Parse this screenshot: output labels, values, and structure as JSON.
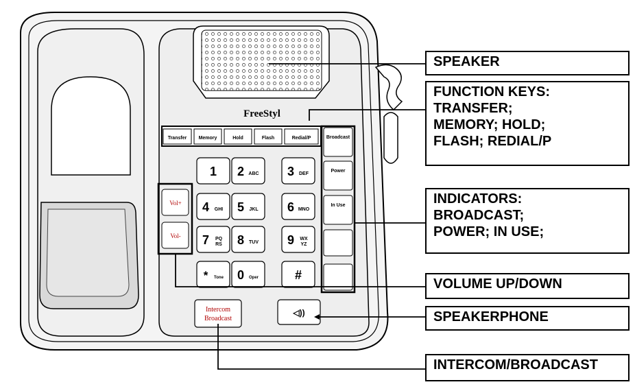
{
  "phone": {
    "brand": "FreeStyl",
    "function_keys": [
      "Transfer",
      "Memory",
      "Hold",
      "Flash",
      "Redial/P"
    ],
    "indicators": [
      "Broadcast",
      "Power",
      "In Use"
    ],
    "volume_keys": [
      "Vol+",
      "Vol-"
    ],
    "keypad": [
      {
        "digit": "1",
        "sub": ""
      },
      {
        "digit": "2",
        "sub": "ABC"
      },
      {
        "digit": "3",
        "sub": "DEF"
      },
      {
        "digit": "4",
        "sub": "GHI"
      },
      {
        "digit": "5",
        "sub": "JKL"
      },
      {
        "digit": "6",
        "sub": "MNO"
      },
      {
        "digit": "7",
        "sub": "PQ",
        "sub2": "RS"
      },
      {
        "digit": "8",
        "sub": "TUV"
      },
      {
        "digit": "9",
        "sub": "WX",
        "sub2": "YZ"
      },
      {
        "digit": "*",
        "sub": "Tone"
      },
      {
        "digit": "0",
        "sub": "Oper"
      },
      {
        "digit": "#",
        "sub": ""
      }
    ],
    "intercom_key": [
      "Intercom",
      "Broadcast"
    ],
    "speakerphone_key": "◁))"
  },
  "callouts": {
    "speaker": [
      "SPEAKER"
    ],
    "function_keys": [
      "FUNCTION KEYS:",
      "TRANSFER;",
      "MEMORY; HOLD;",
      "FLASH; REDIAL/P"
    ],
    "indicators": [
      "INDICATORS:",
      "BROADCAST;",
      "POWER; IN USE;"
    ],
    "volume": [
      "VOLUME UP/DOWN"
    ],
    "speakerphone": [
      "SPEAKERPHONE"
    ],
    "intercom": [
      "INTERCOM/BROADCAST"
    ]
  },
  "colors": {
    "label_red": "#b00000",
    "line": "#000000",
    "body_fill": "#eeeeee"
  }
}
